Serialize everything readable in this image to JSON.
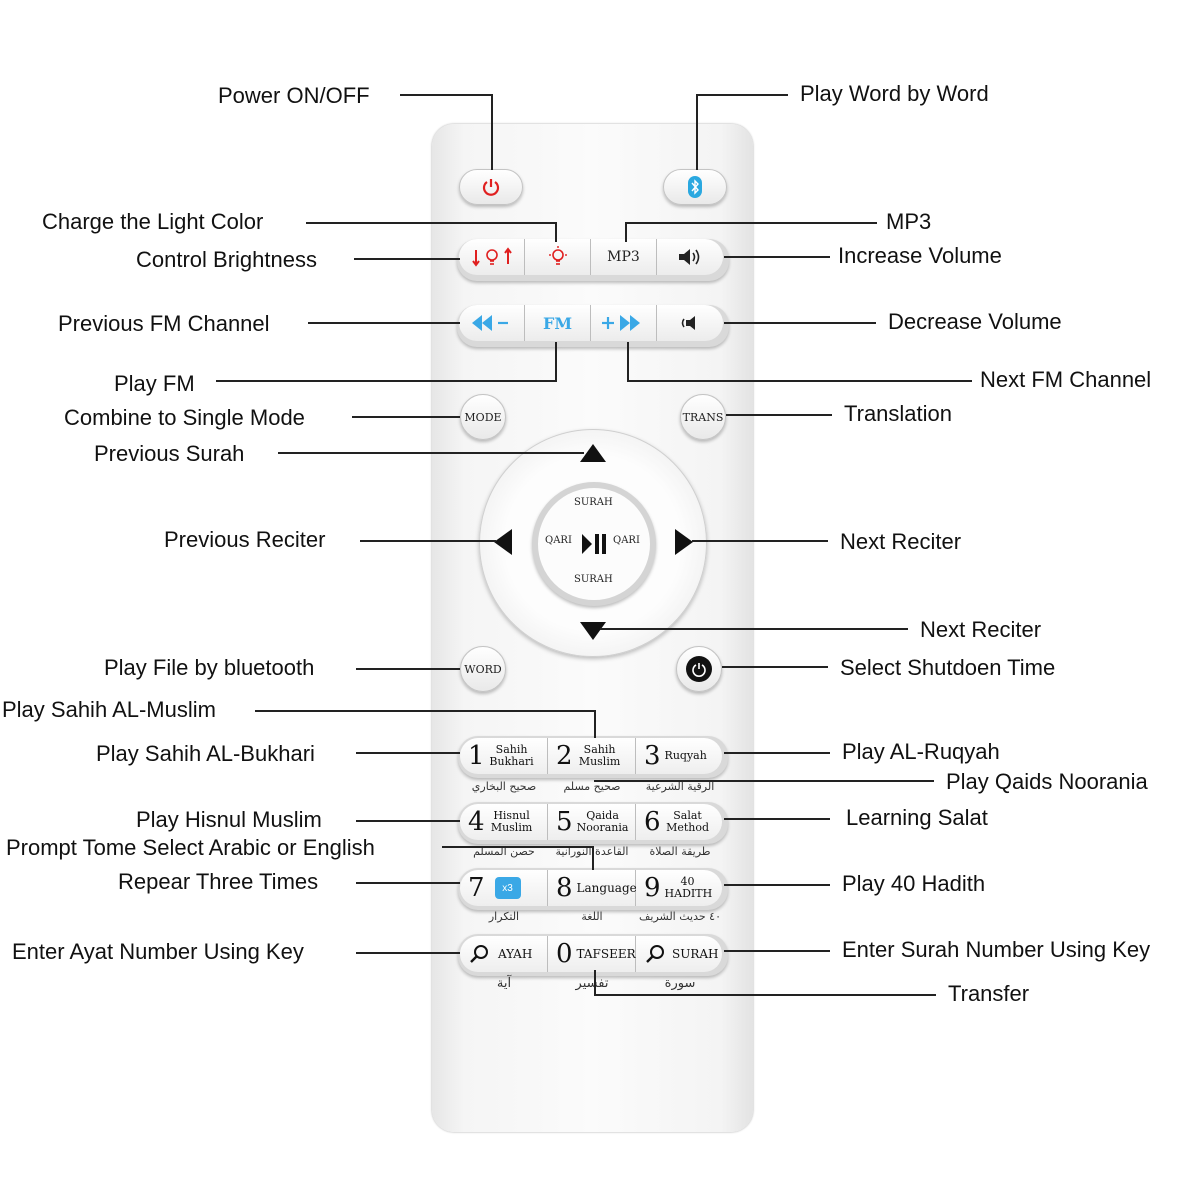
{
  "labels": {
    "power": "Power ON/OFF",
    "word_by_word": "Play Word by Word",
    "charge_color": "Charge the Light Color",
    "mp3": "MP3",
    "brightness": "Control Brightness",
    "vol_up": "Increase Volume",
    "prev_fm": "Previous FM Channel",
    "vol_down": "Decrease Volume",
    "play_fm": "Play FM",
    "next_fm": "Next FM Channel",
    "mode": "Combine to Single Mode",
    "translation": "Translation",
    "prev_surah": "Previous Surah",
    "prev_reciter": "Previous Reciter",
    "next_reciter": "Next Reciter",
    "next_reciter2": "Next Reciter",
    "bt_file": "Play File by bluetooth",
    "shutdown": "Select Shutdoen Time",
    "muslim": "Play Sahih AL-Muslim",
    "bukhari": "Play Sahih AL-Bukhari",
    "ruqyah": "Play AL-Ruqyah",
    "noorania": "Play Qaids Noorania",
    "hisnul": "Play Hisnul Muslim",
    "salat": "Learning Salat",
    "language": "Prompt Tome Select Arabic or English",
    "repeat": "Repear Three Times",
    "hadith": "Play 40 Hadith",
    "ayat": "Enter Ayat Number Using Key",
    "surah_num": "Enter Surah Number Using Key",
    "transfer": "Transfer"
  },
  "remote": {
    "mp3_key": "MP3",
    "fm_key": "FM",
    "mode_key": "MODE",
    "trans_key": "TRANS",
    "word_key": "WORD",
    "surah_top": "SURAH",
    "surah_bottom": "SURAH",
    "qari_left": "QARI",
    "qari_right": "QARI",
    "keys": [
      {
        "num": "1",
        "text": "Sahih Bukhari",
        "ar": "صحيح البخاري"
      },
      {
        "num": "2",
        "text": "Sahih Muslim",
        "ar": "صحيح مسلم"
      },
      {
        "num": "3",
        "text": "Ruqyah",
        "ar": "الرقية الشرعية"
      },
      {
        "num": "4",
        "text": "Hisnul Muslim",
        "ar": "حصن المسلم"
      },
      {
        "num": "5",
        "text": "Qaida Noorania",
        "ar": "القاعدة النورانية"
      },
      {
        "num": "6",
        "text": "Salat Method",
        "ar": "طريقة الصلاة"
      },
      {
        "num": "7",
        "text": "x3",
        "ar": "التكرار"
      },
      {
        "num": "8",
        "text": "Language",
        "ar": "اللغة"
      },
      {
        "num": "9",
        "text": "40 HADITH",
        "ar": "٤٠ حديث الشريف"
      },
      {
        "num": "",
        "text": "AYAH",
        "ar": "آية"
      },
      {
        "num": "0",
        "text": "TAFSEER",
        "ar": "تفسير"
      },
      {
        "num": "",
        "text": "SURAH",
        "ar": "سورة"
      }
    ]
  },
  "colors": {
    "power_red": "#e02020",
    "bluetooth_blue": "#2aa8e0",
    "fm_blue": "#3aa8e6",
    "light_red": "#e02020"
  }
}
